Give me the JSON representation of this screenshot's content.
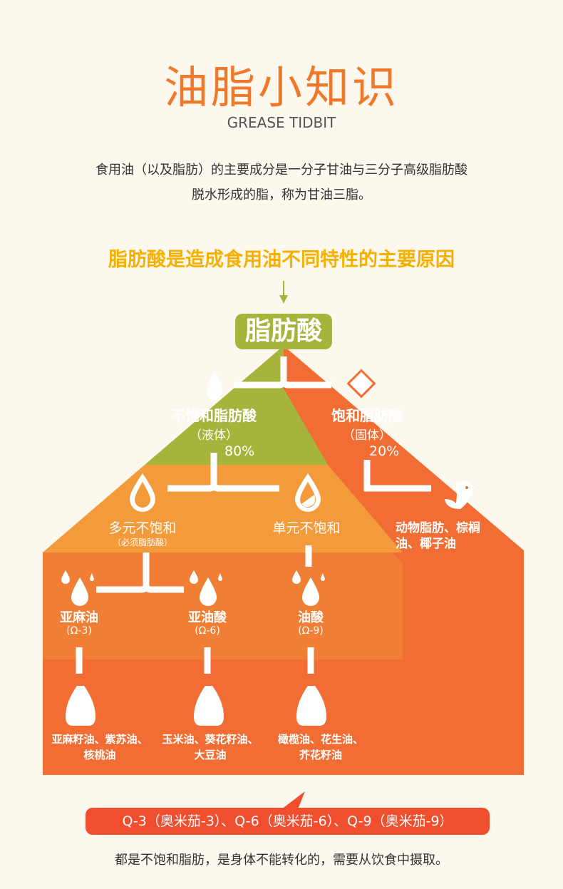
{
  "title": "油脂小知识",
  "subtitle": "GREASE TIDBIT",
  "intro": [
    "食用油（以及脂肪）的主要成分是一分子甘油与三分子高级脂肪酸",
    "脱水形成的脂，称为甘油三脂。"
  ],
  "headline": "脂肪酸是造成食用油不同特性的主要原因",
  "colors": {
    "accent": "#f0782a",
    "green": "#a6b43c",
    "light_orange": "#f39a3a",
    "mid_orange": "#f07e34",
    "dark_orange": "#f26d33",
    "yellow": "#f5b000",
    "bubble": "#f04e2f"
  },
  "pyramid": {
    "root": "脂肪酸",
    "unsaturated": {
      "label": "不饱和脂肪酸",
      "state": "（液体）",
      "percent": "80%",
      "icon": "drop-icon"
    },
    "saturated": {
      "label": "饱和脂肪酸",
      "state": "（固体）",
      "percent": "20%",
      "icon": "diamond-icon",
      "examples_icon": "bird-leaf-icon",
      "examples": [
        "动物脂肪、棕榈",
        "油、椰子油"
      ]
    },
    "poly": {
      "label": "多元不饱和",
      "note": "（必须脂肪酸）"
    },
    "mono": {
      "label": "单元不饱和"
    },
    "acids": [
      {
        "name": "亚麻油",
        "omega": "(Ω-3)",
        "oils": [
          "亚麻籽油、紫苏油、",
          "核桃油"
        ]
      },
      {
        "name": "亚油酸",
        "omega": "(Ω-6)",
        "oils": [
          "玉米油、葵花籽油、",
          "大豆油"
        ]
      },
      {
        "name": "油酸",
        "omega": "(Ω-9)",
        "oils": [
          "橄榄油、花生油、",
          "芥花籽油"
        ]
      }
    ]
  },
  "bubble": "Q-3（奥米茄-3）、Q-6（奥米茄-6）、Q-9（奥米茄-9）",
  "footer": "都是不饱和脂肪，是身体不能转化的，需要从饮食中摄取。"
}
